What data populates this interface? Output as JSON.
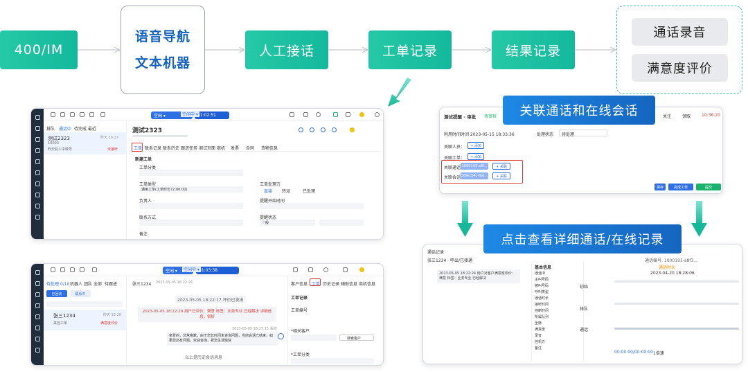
{
  "flow": {
    "n1": "400/IM",
    "n2_line1": "语音导航",
    "n2_line2": "文本机器",
    "n3": "人工接话",
    "n4": "工单记录",
    "n5": "结果记录",
    "out1": "通话录音",
    "out2": "满意度评价"
  },
  "callouts": {
    "c1": "关联通话和在线会话",
    "c2": "点击查看详细通话/在线记录"
  },
  "shot1": {
    "tab_label": "空闲 ▾",
    "timer": "01:02:51",
    "status_badge": "空闲中 ▾",
    "list_tabs": [
      "排队",
      "通话中",
      "待完成",
      "最近"
    ],
    "contact_name": "测试2323",
    "contact_id": "10003",
    "contact_time": "昨天 18:27",
    "contact_sub": "昨天有人中转号",
    "contact_status": "未接听",
    "title": "测试2323",
    "sub_tabs": [
      "工单",
      "联系记录",
      "联系历史",
      "跟进任务",
      "测试页面",
      "商机",
      "发票",
      "合同",
      "货物信息"
    ],
    "section": "新建工单",
    "f_category": "工单分类",
    "f_type": "工单类型",
    "f_type_value": "通用工单(工单时长72:00:00)",
    "f_handler": "工单处理方",
    "f_radio1": "直接",
    "f_radio2": "转派",
    "f_radio3": "已处理",
    "f_owner": "负责人",
    "f_time": "提醒开始时间",
    "f_phone": "联系方式",
    "f_priority": "提醒状态",
    "f_priority_value": "一般",
    "f_note": "备注"
  },
  "shot2": {
    "tab_label": "空闲 ▾",
    "timer": "01:03:38",
    "status_badge": "空闲中 ▾",
    "list_tabs": [
      "待处理 0/10",
      "机器人",
      "团队",
      "全部",
      "待跟进"
    ],
    "filter1": "已回访",
    "filter2": "联系中",
    "contact_name": "张三1234",
    "contact_time": "昨天 18:28",
    "contact_sub": "来自工单",
    "contact_status": "满意度评价",
    "chat_title": "张三1234",
    "chat_date": "2023-05-05 18:22:24",
    "msg_time": "2023-05-05 18:22:17 评价已发出",
    "msg_rating": "2023-05-05 18:22:29 用户已评价：满意 标签：业务专业 已经解决 详细信息，很好",
    "msg_bot_time": "2023-05-05 18:27:15 系统",
    "msg_bot": "亲爱的，非常抱歉，由于您长时间未咨询问题，当前会话已结束，如果您还有问题，欢迎咨询，祝您生活愉快",
    "msg_end": "以上是历史会话消息",
    "right_tabs": [
      "客户信息",
      "工单",
      "历史记录",
      "辅助信息",
      "商机信息"
    ],
    "r_section": "工单记录",
    "r_field1": "工单编号",
    "r_field2": "*相关客户",
    "r_btn": "搜索客户",
    "r_field3": "*工单分类"
  },
  "shot3": {
    "title": "测试提醒 - 审批",
    "status": "待审核",
    "follow": "关注",
    "claim": "领取",
    "deadline": "10:36:20",
    "meta": "利用时间时间 2023-05-15 18:33:36",
    "field_status_label": "处理状态",
    "field_status_value": "待处理",
    "row1_label": "关联人员：",
    "row1_btn": "+ 添加",
    "row2_label": "关联工单：",
    "row2_btn": "+ 添加",
    "row3_label": "关联通话",
    "row3_value": "1000193-a8f...",
    "row3_btn": "+ 关联",
    "row4_label": "关联会话",
    "row4_value": "5f8e1b4c-fbd...",
    "row4_btn": "+ 关联",
    "btn1": "保存",
    "btn2": "完成工单",
    "btn3": "提交"
  },
  "shot4": {
    "header": "通话记录",
    "sub_header": "张三1234  ·  呼出/已接通",
    "call_id": "通话编号: 1000193-a8f3...",
    "chat_line": "2023-05-05 18:22:24 用户对客户满意度评价：满意 标签：业务专业 已经解决",
    "detail_title": "基本信息",
    "detail_fields": [
      "通话ID",
      "主叫号码",
      "被叫号码",
      "呼叫类型",
      "通话时长",
      "接听时间",
      "挂断时间",
      "所属队列",
      "坐席",
      "满意度",
      "录音",
      "挂机方",
      "备注"
    ],
    "timeline_label1": "初始",
    "timeline_label2": "排队",
    "timeline_label3": "通话",
    "timeline_center": "通话时长",
    "timeline_date": "2023-04-20 18:28:06",
    "audio_time": "00:00:00/00:00:00",
    "audio_speed": "1倍速"
  }
}
